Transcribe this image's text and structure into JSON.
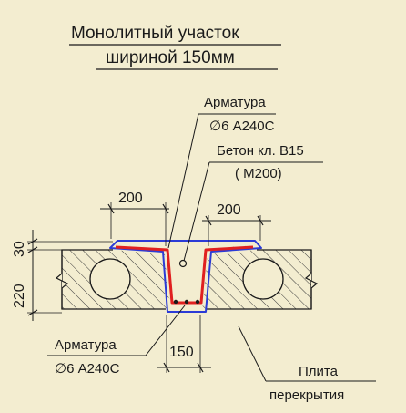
{
  "title": {
    "line1": "Монолитный участок",
    "line2": "шириной 150мм"
  },
  "callouts": {
    "rebar_top_line1": "Арматура",
    "rebar_top_line2": "∅6 А240С",
    "concrete_line1": "Бетон кл. В15",
    "concrete_line2": "( М200)",
    "rebar_bottom_line1": "Арматура",
    "rebar_bottom_line2": "∅6 А240С",
    "slab_line1": "Плита",
    "slab_line2": "перекрытия"
  },
  "dimensions": {
    "left_width": "200",
    "right_width": "200",
    "bottom_width": "150",
    "slab_height": "220",
    "top_layer": "30"
  },
  "colors": {
    "background": "#f3edd0",
    "lines": "#1a1a1a",
    "formwork_blue": "#2b3bd6",
    "rebar_red": "#e02020"
  }
}
